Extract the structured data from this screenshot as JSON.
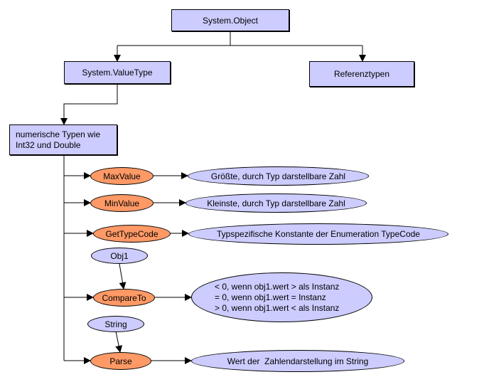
{
  "colors": {
    "type_box": "#ccccff",
    "method_node": "#ff9966",
    "description_node": "#ccccff",
    "line": "#000000"
  },
  "nodes": {
    "system_object": "System.Object",
    "system_valuetype": "System.ValueType",
    "referenztypen": "Referenztypen",
    "numeric_types": {
      "line1": "numerische Typen wie",
      "line2": "Int32 und Double"
    }
  },
  "methods": [
    {
      "name": "MaxValue",
      "description": "Größte, durch Typ darstellbare Zahl"
    },
    {
      "name": "MinValue",
      "description": "Kleinste, durch Typ darstellbare Zahl"
    },
    {
      "name": "GetTypeCode",
      "description": "Typspezifische Konstante der Enumeration TypeCode"
    },
    {
      "name": "CompareTo",
      "input": "Obj1",
      "description_lines": [
        "< 0, wenn obj1.wert > als Instanz",
        "= 0, wenn obj1.wert = Instanz",
        "> 0, wenn obj1.wert < als Instanz"
      ]
    },
    {
      "name": "Parse",
      "input": "String",
      "description": "Wert der  Zahlendarstellung im String"
    }
  ]
}
